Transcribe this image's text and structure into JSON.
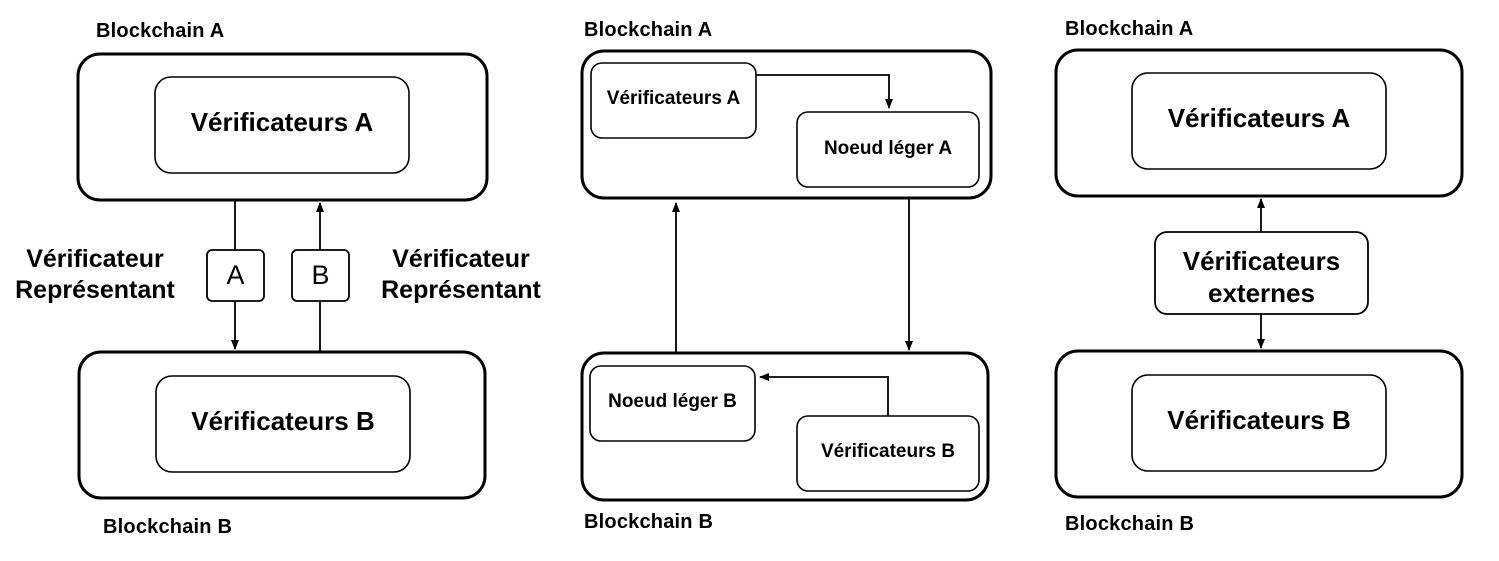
{
  "figure": {
    "type": "diagram",
    "description": "Three panels comparing cross-blockchain verification architectures",
    "stroke_color": "#000000",
    "fill_color": "#ffffff"
  },
  "panels": [
    {
      "id": "panel-1",
      "name": "representative-verifier-model",
      "top_chain_label": "Blockchain A",
      "bottom_chain_label": "Blockchain B",
      "top_inner_label": "Vérificateurs A",
      "bottom_inner_label": "Vérificateurs B",
      "left_side_label_line1": "Vérificateur",
      "left_side_label_line2": "Représentant",
      "right_side_label_line1": "Vérificateur",
      "right_side_label_line2": "Représentant",
      "relay_a_label": "A",
      "relay_b_label": "B",
      "arrows": [
        {
          "name": "arrow-a-down",
          "from": "Blockchain A",
          "through": "A",
          "to": "Blockchain B",
          "direction": "down"
        },
        {
          "name": "arrow-b-up",
          "from": "Blockchain B",
          "through": "B",
          "to": "Blockchain A",
          "direction": "up"
        }
      ]
    },
    {
      "id": "panel-2",
      "name": "light-node-model",
      "top_chain_label": "Blockchain A",
      "bottom_chain_label": "Blockchain B",
      "top_verifiers_label": "Vérificateurs A",
      "top_light_node_label": "Noeud léger A",
      "bottom_light_node_label": "Noeud léger B",
      "bottom_verifiers_label": "Vérificateurs B",
      "arrows": [
        {
          "name": "arrow-verifiers-a-to-light-node-a",
          "from": "Vérificateurs A",
          "to": "Noeud léger A",
          "direction": "down"
        },
        {
          "name": "arrow-chain-a-to-chain-b",
          "from": "Blockchain A",
          "to": "Blockchain B",
          "direction": "down"
        },
        {
          "name": "arrow-chain-b-to-chain-a",
          "from": "Blockchain B",
          "to": "Blockchain A",
          "direction": "up"
        },
        {
          "name": "arrow-verifiers-b-to-light-node-b",
          "from": "Vérificateurs B",
          "to": "Noeud léger B",
          "direction": "left"
        }
      ]
    },
    {
      "id": "panel-3",
      "name": "external-verifiers-model",
      "top_chain_label": "Blockchain A",
      "bottom_chain_label": "Blockchain B",
      "top_inner_label": "Vérificateurs A",
      "bottom_inner_label": "Vérificateurs B",
      "middle_box_line1": "Vérificateurs",
      "middle_box_line2": "externes",
      "arrows": [
        {
          "name": "arrow-external-to-chain-a",
          "from": "Vérificateurs externes",
          "to": "Blockchain A",
          "direction": "up"
        },
        {
          "name": "arrow-external-to-chain-b",
          "from": "Vérificateurs externes",
          "to": "Blockchain B",
          "direction": "down"
        }
      ]
    }
  ]
}
